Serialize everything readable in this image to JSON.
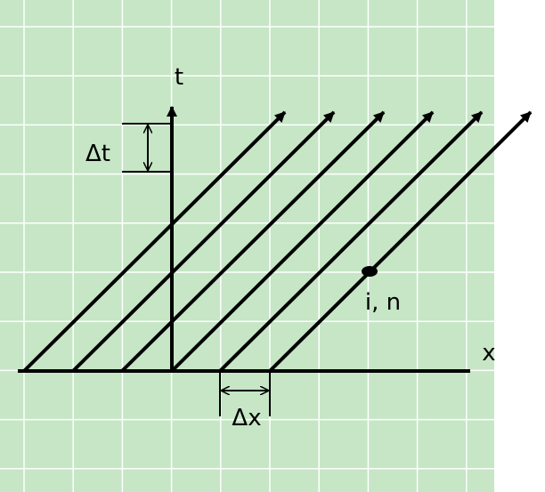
{
  "labels": {
    "t_axis": "t",
    "x_axis": "x",
    "delta_t": "Δt",
    "delta_x": "Δx",
    "point": "i, n"
  },
  "colors": {
    "background": "#c6e6c6",
    "grid": "#ffffff",
    "ink": "#000000"
  }
}
